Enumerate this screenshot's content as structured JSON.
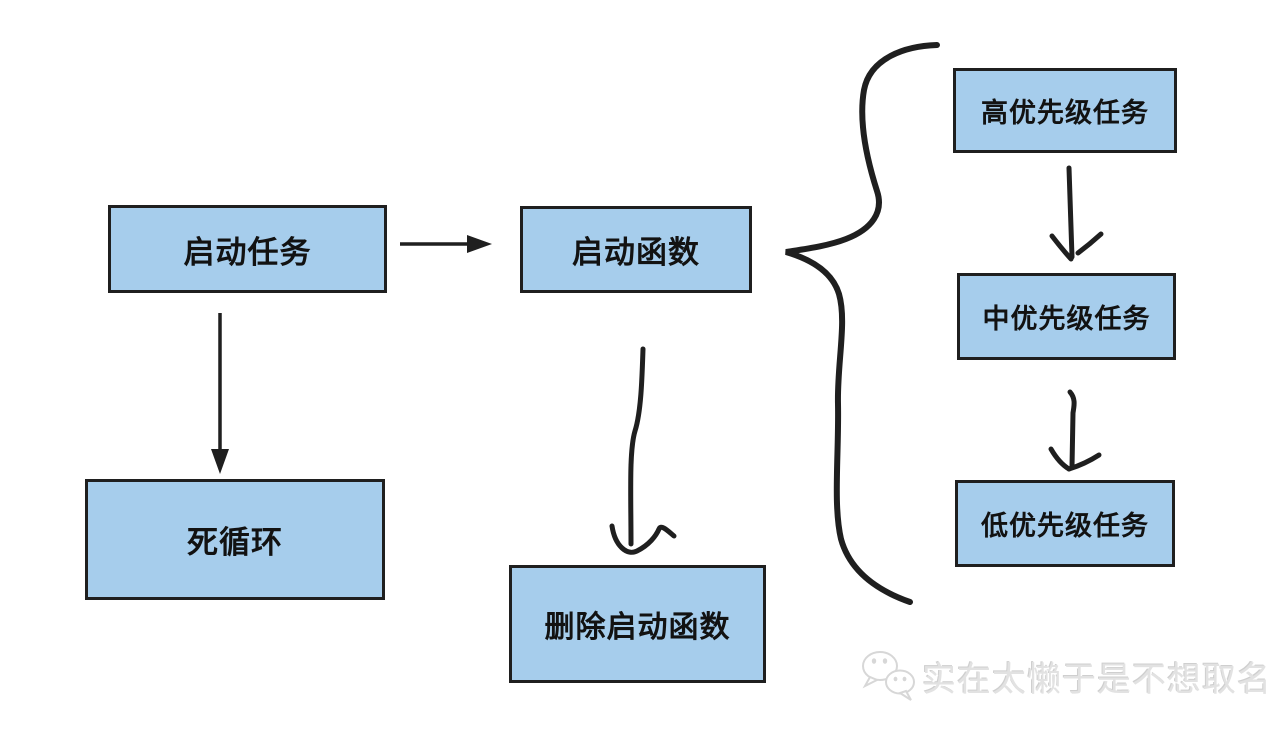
{
  "diagram": {
    "title": "task-startup-flowchart",
    "nodes": {
      "start_task": {
        "label": "启动任务"
      },
      "start_function": {
        "label": "启动函数"
      },
      "dead_loop": {
        "label": "死循环"
      },
      "delete_start_function": {
        "label": "删除启动函数"
      },
      "high_priority_task": {
        "label": "高优先级任务"
      },
      "mid_priority_task": {
        "label": "中优先级任务"
      },
      "low_priority_task": {
        "label": "低优先级任务"
      }
    },
    "edges": [
      {
        "from": "启动任务",
        "to": "启动函数",
        "style": "straight-arrow"
      },
      {
        "from": "启动任务",
        "to": "死循环",
        "style": "straight-arrow"
      },
      {
        "from": "启动函数",
        "to": "删除启动函数",
        "style": "hand-drawn-arrow"
      },
      {
        "from": "启动函数",
        "to": "高优先级任务/中优先级任务/低优先级任务",
        "style": "hand-drawn-brace"
      },
      {
        "from": "高优先级任务",
        "to": "中优先级任务",
        "style": "hand-drawn-arrow"
      },
      {
        "from": "中优先级任务",
        "to": "低优先级任务",
        "style": "hand-drawn-arrow"
      }
    ]
  },
  "watermark": {
    "text": "实在太懒于是不想取名",
    "icon": "wechat-icon"
  },
  "colors": {
    "node_fill": "#a6cdec",
    "node_border": "#1f1f1f",
    "line": "#1f1f1f",
    "watermark": "#e2e2e2"
  }
}
